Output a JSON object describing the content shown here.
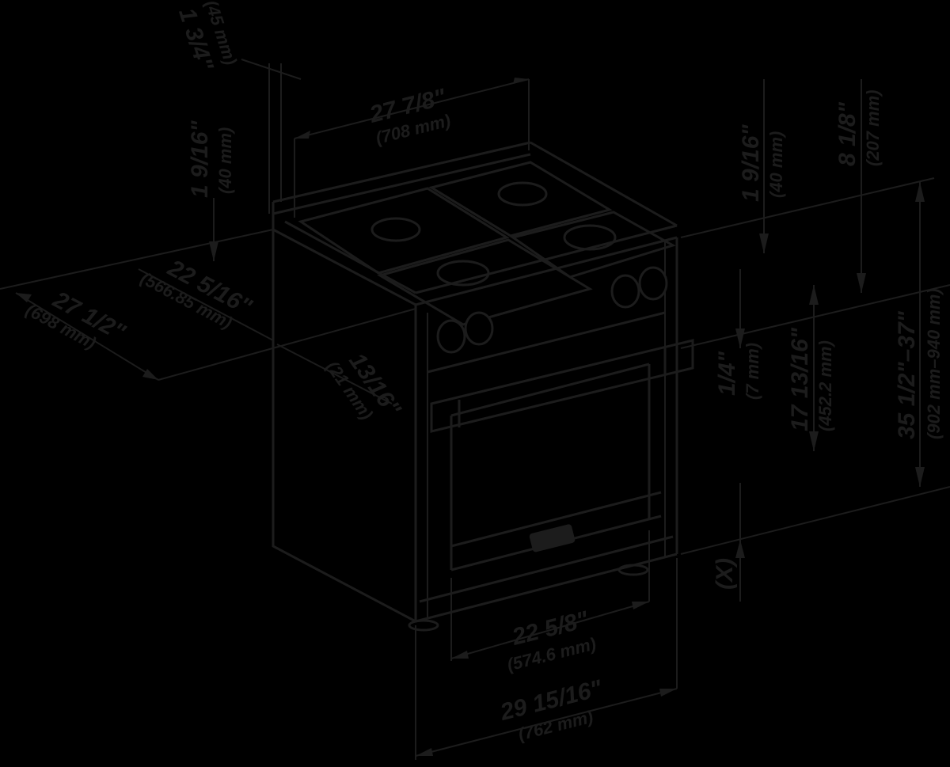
{
  "diagram": {
    "type": "dimension-drawing",
    "subject": "freestanding gas range, 4 burners",
    "background_color": "#000000",
    "line_color": "#1c1c1c"
  },
  "dimensions": {
    "top_offset": {
      "imperial": "1 3/4\"",
      "metric": "(45 mm)"
    },
    "rear_height_left": {
      "imperial": "1 9/16\"",
      "metric": "(40 mm)"
    },
    "top_width": {
      "imperial": "27 7/8\"",
      "metric": "(708 mm)"
    },
    "rear_height_right": {
      "imperial": "1 9/16\"",
      "metric": "(40 mm)"
    },
    "backguard_height": {
      "imperial": "8 1/8\"",
      "metric": "(207 mm)"
    },
    "overall_height": {
      "imperial": "35 1/2\"–37\"",
      "metric": "(902 mm–940 mm)"
    },
    "handle_offset": {
      "imperial": "1/4\"",
      "metric": "(7 mm)"
    },
    "door_height": {
      "imperial": "17 13/16\"",
      "metric": "(452.2 mm)"
    },
    "leg_adjust": {
      "label": "(X)"
    },
    "overall_depth": {
      "imperial": "27 1/2\"",
      "metric": "(698 mm)"
    },
    "cabinet_depth": {
      "imperial": "22 5/16\"",
      "metric": "(566.85 mm)"
    },
    "side_offset": {
      "imperial": "13/16\"",
      "metric": "(21 mm)"
    },
    "oven_width": {
      "imperial": "22 5/8\"",
      "metric": "(574.6 mm)"
    },
    "overall_width": {
      "imperial": "29 15/16\"",
      "metric": "(762 mm)"
    }
  },
  "components": {
    "burners": 4,
    "knobs": 4,
    "badge": "oven-door-badge"
  }
}
